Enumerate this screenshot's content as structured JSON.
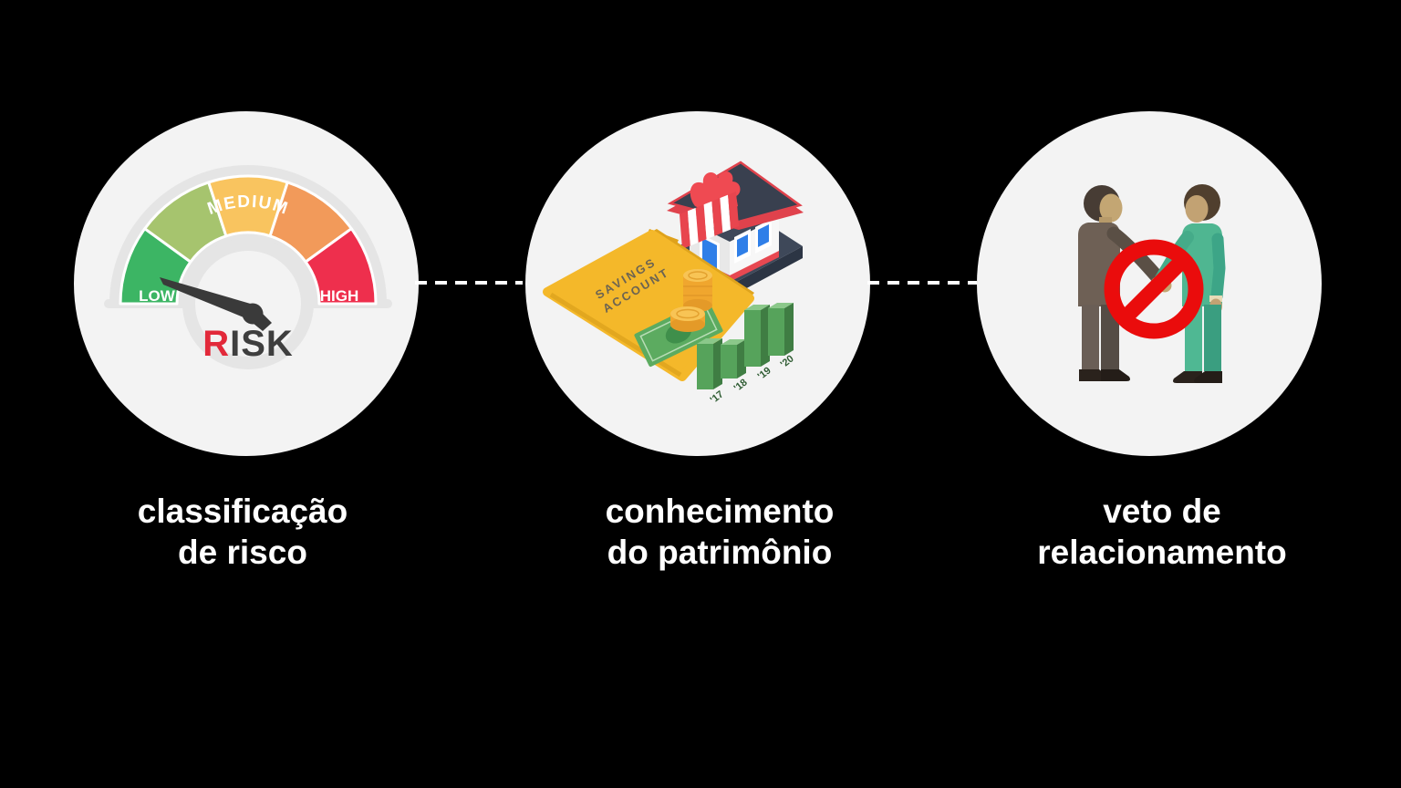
{
  "canvas": {
    "background": "#000000"
  },
  "connector": {
    "style": "dashed",
    "color": "#ffffff"
  },
  "items": [
    {
      "caption_line1": "classificação",
      "caption_line2": "de risco",
      "icon": "risk-gauge-icon",
      "gauge": {
        "low_label": "LOW",
        "medium_label": "MEDIUM",
        "high_label": "HIGH",
        "title_first_letter": "R",
        "title_rest": "ISK",
        "title_first_letter_color": "#e2293a",
        "title_rest_color": "#3e3e3e",
        "segment_colors": [
          "#3cb564",
          "#a6c46e",
          "#f9c45f",
          "#f29a5a",
          "#ee2f4d"
        ],
        "needle_color": "#3a3a3a",
        "needle_points_to": "LOW"
      }
    },
    {
      "caption_line1": "conhecimento",
      "caption_line2": "do patrimônio",
      "icon": "savings-account-store-icon",
      "savings": {
        "folder_label_line1": "SAVINGS",
        "folder_label_line2": "ACCOUNT",
        "bar_years": [
          "'17",
          "'18",
          "'19",
          "'20"
        ],
        "folder_color": "#f4b82a",
        "bar_front_color": "#56a35b",
        "awning_red": "#e8454e"
      }
    },
    {
      "caption_line1": "veto de",
      "caption_line2": "relacionamento",
      "icon": "no-handshake-icon",
      "prohibition_color": "#ea0c0c",
      "left_suit_color": "#6e6055",
      "right_suit_color": "#4fb691"
    }
  ]
}
